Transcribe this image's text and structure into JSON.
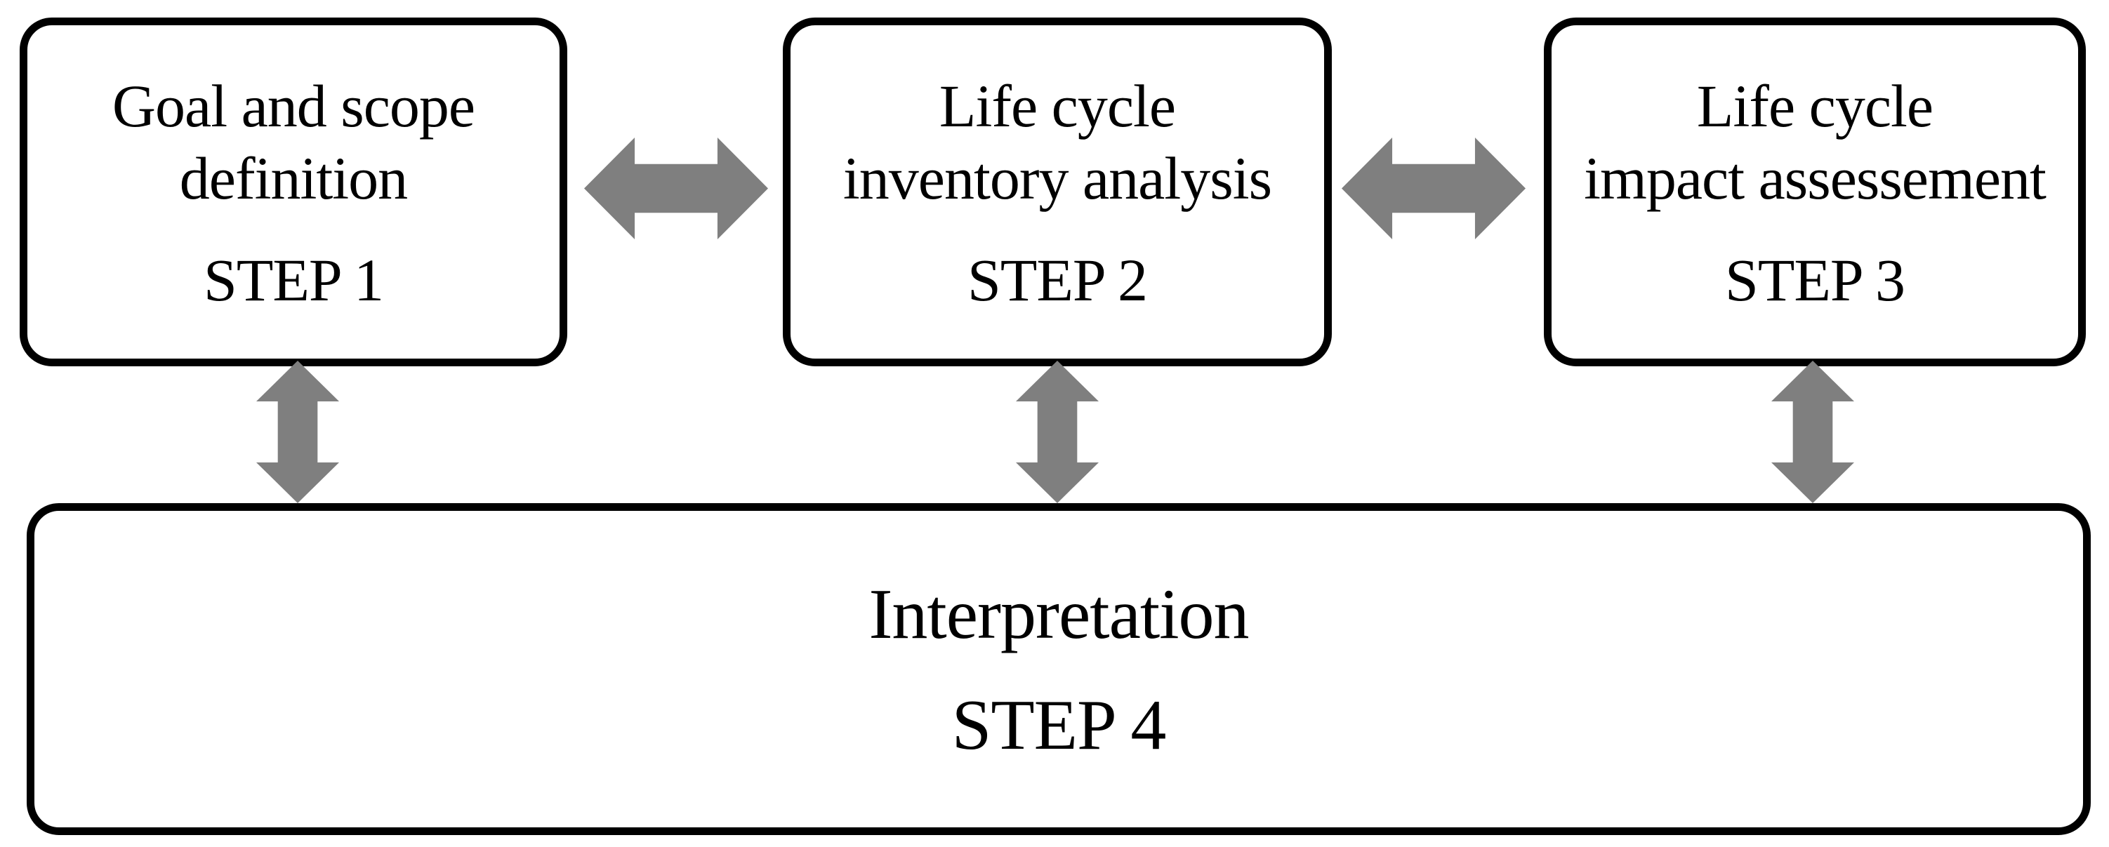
{
  "colors": {
    "background": "#FFFFFF",
    "box-border": "#000000",
    "text": "#000000",
    "arrow": "#7F7F7F"
  },
  "diagram": {
    "steps": [
      {
        "title": "Goal and scope\ndefinition",
        "step_label": "STEP 1"
      },
      {
        "title": "Life cycle\ninventory analysis",
        "step_label": "STEP 2"
      },
      {
        "title": "Life cycle\nimpact assessement",
        "step_label": "STEP 3"
      }
    ],
    "interpretation": {
      "title": "Interpretation",
      "step_label": "STEP 4"
    }
  }
}
